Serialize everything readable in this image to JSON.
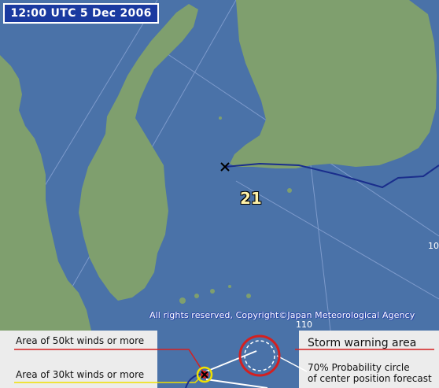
{
  "map": {
    "timestamp": "12:00 UTC  5 Dec 2006",
    "storm_number": "21",
    "grid_labels": {
      "lon_bottom": "110",
      "lon_right": "10"
    },
    "copyright": "All rights reserved, Copyright©Japan Meteorological Agency"
  },
  "legend": {
    "winds_50kt": "Area of 50kt winds or more",
    "winds_30kt": "Area of 30kt winds or more",
    "storm_warning": "Storm warning area",
    "probability_line1": "70% Probability circle",
    "probability_line2": "of center position forecast"
  },
  "colors": {
    "sea": "#4a72a8",
    "land": "#7f9f6e",
    "track": "#1a2e8c",
    "warning_red": "#d42020",
    "gale_yellow": "#f0e000",
    "timestamp_bg": "#1a3aa0"
  }
}
